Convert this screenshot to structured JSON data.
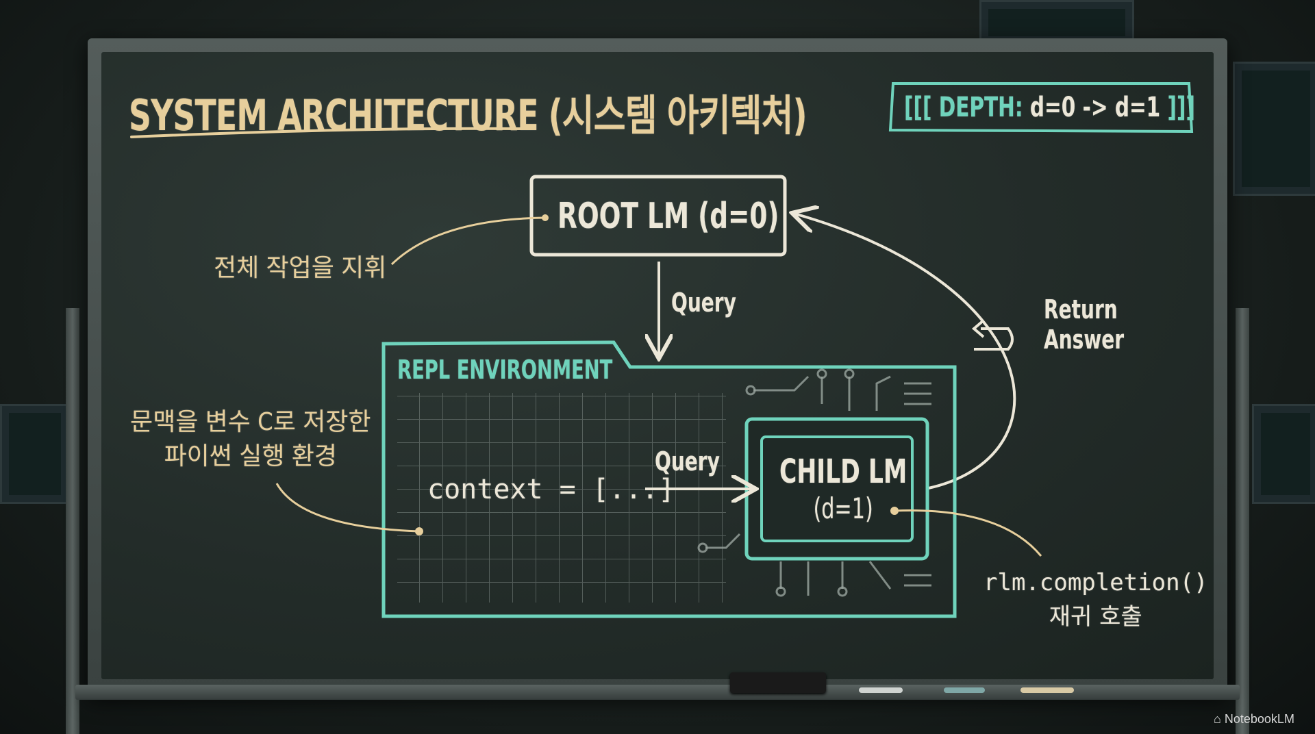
{
  "title": "SYSTEM ARCHITECTURE (시스템 아키텍처)",
  "depth_tag": {
    "prefix": "[[[ DEPTH:",
    "value": "d=0 -> d=1",
    "suffix": "]]]"
  },
  "root_box": {
    "label": "ROOT LM (d=0)"
  },
  "root_annotation": "전체 작업을 지휘",
  "query_down_label": "Query",
  "return_label": {
    "line1": "Return",
    "line2": "Answer"
  },
  "repl": {
    "label": "REPL ENVIRONMENT",
    "annotation_line1": "문맥을 변수 C로 저장한",
    "annotation_line2": "파이썬 실행 환경",
    "context_text": "context = [...]",
    "query_label": "Query"
  },
  "child_box": {
    "label_line1": "CHILD LM",
    "label_line2": "(d=1)"
  },
  "child_annotation": {
    "line1": "rlm.completion()",
    "line2": "재귀 호출"
  },
  "watermark": "NotebookLM",
  "colors": {
    "chalk_white": "#ece7d8",
    "chalk_yellow": "#e7cf9c",
    "chalk_teal": "#6fd3bc",
    "board": "#232c29"
  }
}
